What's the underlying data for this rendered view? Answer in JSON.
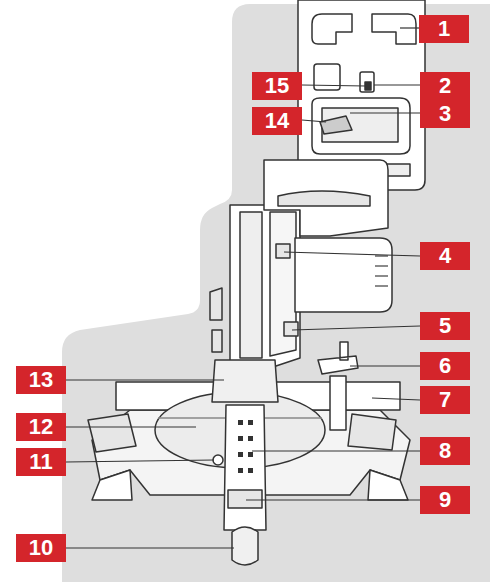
{
  "diagram": {
    "labels": [
      "1",
      "2",
      "15",
      "3",
      "14",
      "4",
      "5",
      "13",
      "6",
      "7",
      "12",
      "8",
      "11",
      "9",
      "10"
    ]
  }
}
